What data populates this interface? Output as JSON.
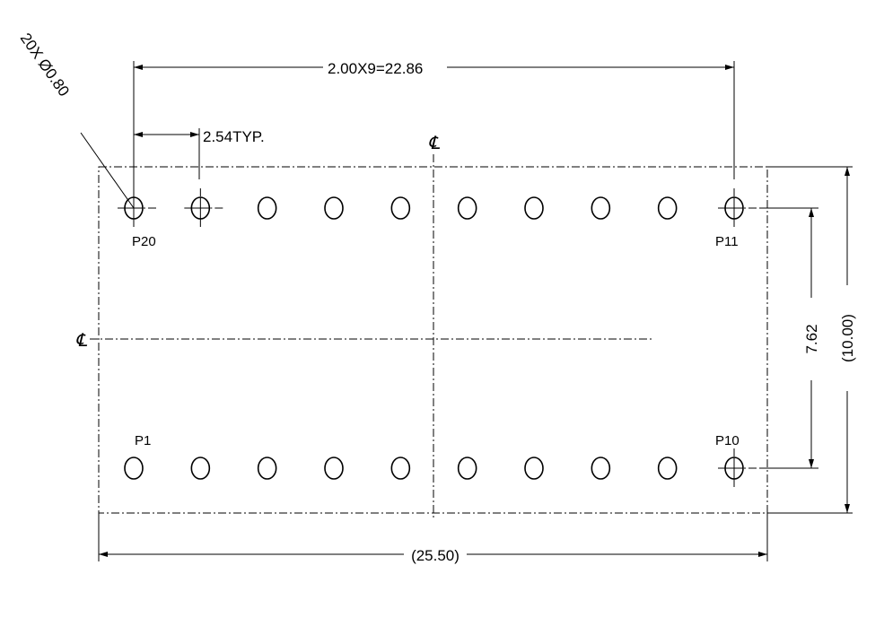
{
  "labels": {
    "hole_callout": "20X Ø0.80",
    "pitch_total": "2.00X9=22.86",
    "pitch_typ": "2.54TYP.",
    "row_spacing": "7.62",
    "body_height": "(10.00)",
    "body_width": "(25.50)",
    "centerline_mark": "℄",
    "pin_p20": "P20",
    "pin_p11": "P11",
    "pin_p1": "P1",
    "pin_p10": "P10"
  },
  "layout": {
    "pins_per_row": 10,
    "rows": 2,
    "marked_holes_top": [
      1,
      2,
      10
    ],
    "marked_holes_bottom": [
      10
    ]
  }
}
